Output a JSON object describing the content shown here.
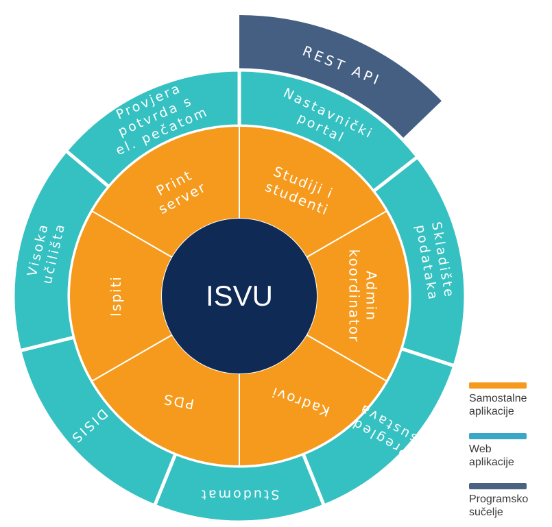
{
  "colors": {
    "standalone": "#f59a1c",
    "web": "#35c0c1",
    "api": "#445f82",
    "core": "#0e2a55",
    "divider": "#ffffff",
    "legend_web": "#3aa7c7",
    "legend_api": "#4b6283"
  },
  "center": {
    "label": "ISVU"
  },
  "inner_ring": [
    {
      "id": "studiji",
      "lines": [
        "Studiji i",
        "studenti"
      ]
    },
    {
      "id": "admin",
      "lines": [
        "Admin",
        "koordinator"
      ]
    },
    {
      "id": "kadrovi",
      "lines": [
        "Kadrovi"
      ]
    },
    {
      "id": "pds",
      "lines": [
        "PDS"
      ]
    },
    {
      "id": "ispiti",
      "lines": [
        "Ispiti"
      ]
    },
    {
      "id": "print",
      "lines": [
        "Print",
        "server"
      ]
    }
  ],
  "outer_ring": [
    {
      "id": "nastavnicki",
      "lines": [
        "Nastavnički",
        "portal"
      ]
    },
    {
      "id": "skladiste",
      "lines": [
        "Skladište",
        "podataka"
      ]
    },
    {
      "id": "pregled",
      "lines": [
        "Pregled",
        "sustava"
      ]
    },
    {
      "id": "studomat",
      "lines": [
        "Studomat"
      ]
    },
    {
      "id": "disis",
      "lines": [
        "DISIS"
      ]
    },
    {
      "id": "visoka",
      "lines": [
        "Visoka",
        "učilišta"
      ]
    },
    {
      "id": "provjera",
      "lines": [
        "Provjera",
        "potvrda s",
        "el. pečatom"
      ]
    }
  ],
  "api_segment": {
    "label": "REST API"
  },
  "legend": [
    {
      "id": "standalone",
      "label": "Samostalne\naplikacije"
    },
    {
      "id": "web",
      "label": "Web\naplikacije"
    },
    {
      "id": "api",
      "label": "Programsko\nsučelje"
    }
  ]
}
